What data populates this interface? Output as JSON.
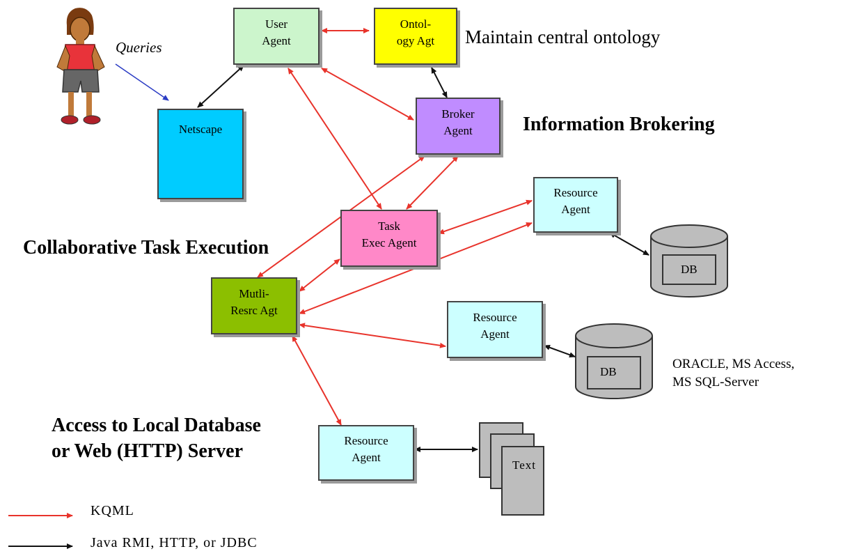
{
  "user_label": "Queries",
  "nodes": {
    "user_agent": "User\nAgent",
    "ontology_agent": "Ontol-\nogy Agt",
    "netscape": "Netscape",
    "broker_agent": "Broker\nAgent",
    "task_exec_agent": "Task\nExec Agent",
    "multi_resource_agent": "Mutli-\nResrc Agt",
    "resource_agent_1": "Resource\nAgent",
    "resource_agent_2": "Resource\nAgent",
    "resource_agent_3": "Resource\nAgent"
  },
  "databases": [
    "DB",
    "DB"
  ],
  "text_doc": "Text",
  "annotations": {
    "ontology": "Maintain central ontology",
    "brokering": "Information Brokering",
    "collaborative": "Collaborative Task Execution",
    "access": "Access to Local Database\nor Web (HTTP) Server",
    "db_systems": "ORACLE, MS Access,\n MS SQL-Server"
  },
  "legend": {
    "kqml": "KQML",
    "java": "Java RMI, HTTP, or JDBC"
  },
  "colors": {
    "kqml": "#e8332b",
    "java": "#111111",
    "query_arrow": "#2b3cc4",
    "user_agent": "#ccf5cc",
    "ontology_agent": "#ffff00",
    "netscape": "#00ccff",
    "broker_agent": "#c08cff",
    "task_exec_agent": "#ff88c8",
    "multi_resource_agent": "#8cbf00",
    "resource_agent": "#ccffff",
    "database": "#bdbdbd"
  }
}
